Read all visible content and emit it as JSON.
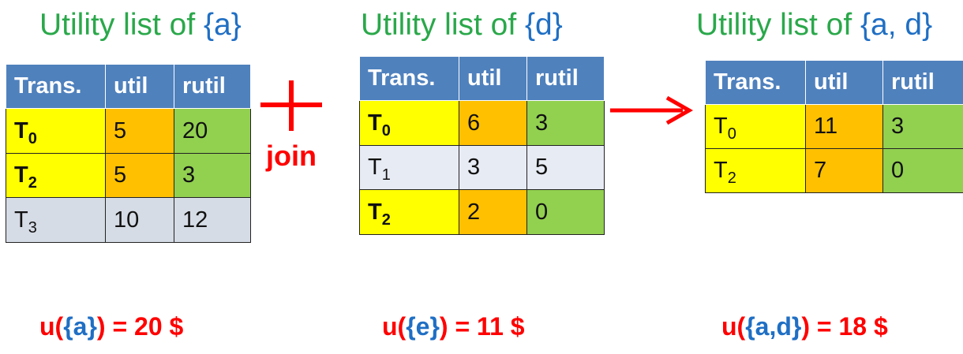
{
  "titles": [
    {
      "prefix": "Utility list of ",
      "itemset": "{a}"
    },
    {
      "prefix": "Utility list of ",
      "itemset": "{d}"
    },
    {
      "prefix": "Utility list of ",
      "itemset": "{a, d}"
    }
  ],
  "join_label": "join",
  "tables": [
    {
      "headers": [
        "Trans.",
        "util",
        "rutil"
      ],
      "rows": [
        {
          "tid": "T",
          "sub": "0",
          "util": "5",
          "rutil": "20"
        },
        {
          "tid": "T",
          "sub": "2",
          "util": "5",
          "rutil": "3"
        },
        {
          "tid": "T",
          "sub": "3",
          "util": "10",
          "rutil": "12"
        }
      ]
    },
    {
      "headers": [
        "Trans.",
        "util",
        "rutil"
      ],
      "rows": [
        {
          "tid": "T",
          "sub": "0",
          "util": "6",
          "rutil": "3"
        },
        {
          "tid": "T",
          "sub": "1",
          "util": "3",
          "rutil": "5"
        },
        {
          "tid": "T",
          "sub": "2",
          "util": "2",
          "rutil": "0"
        }
      ]
    },
    {
      "headers": [
        "Trans.",
        "util",
        "rutil"
      ],
      "rows": [
        {
          "tid": "T",
          "sub": "0",
          "util": "11",
          "rutil": "3"
        },
        {
          "tid": "T",
          "sub": "2",
          "util": "7",
          "rutil": "0"
        }
      ]
    }
  ],
  "formulas": [
    {
      "pre": "u(",
      "itemset": "{a}",
      "post": ") = 20 $"
    },
    {
      "pre": "u(",
      "itemset": "{e}",
      "post": ") = 11 $"
    },
    {
      "pre": "u(",
      "itemset": "{a,d}",
      "post": ") = 18 $"
    }
  ],
  "colors": {
    "header": "#4f81bd",
    "highlight_tid": "#ffff00",
    "util": "#ffc000",
    "rutil": "#92d050",
    "plain_row": "#d6dce5",
    "operator": "#ff0000",
    "title_text": "#2aa84a",
    "itemset_text": "#1f6fc4"
  },
  "icons": [
    "plus-sign",
    "right-arrow"
  ]
}
